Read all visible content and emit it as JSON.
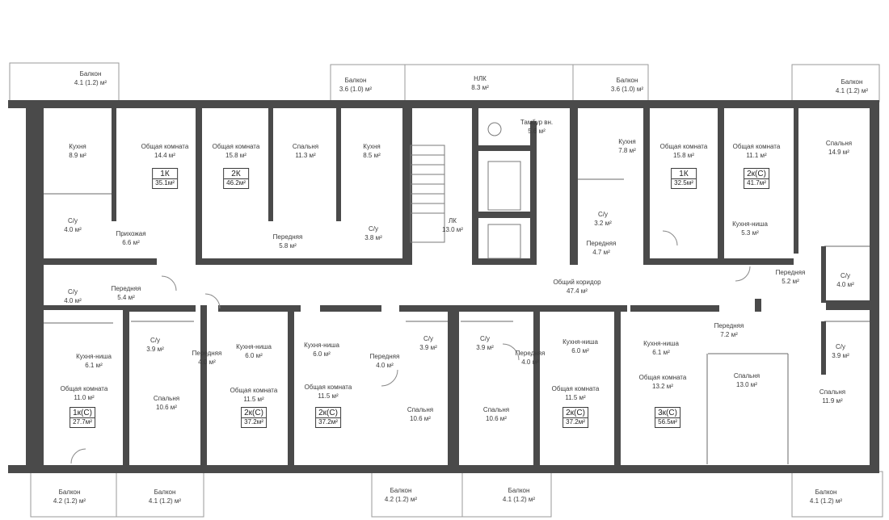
{
  "balconies": [
    {
      "name": "Балкон",
      "area": "4.1 (1.2) м²"
    },
    {
      "name": "Балкон",
      "area": "3.6 (1.0) м²"
    },
    {
      "name": "НЛК",
      "area": "8.3 м²"
    },
    {
      "name": "Балкон",
      "area": "3.6 (1.0) м²"
    },
    {
      "name": "Балкон",
      "area": "4.1 (1.2) м²"
    },
    {
      "name": "Балкон",
      "area": "4.2 (1.2) м²"
    },
    {
      "name": "Балкон",
      "area": "4.1 (1.2) м²"
    },
    {
      "name": "Балкон",
      "area": "4.2 (1.2) м²"
    },
    {
      "name": "Балкон",
      "area": "4.1 (1.2) м²"
    },
    {
      "name": "Балкон",
      "area": "4.1 (1.2) м²"
    }
  ],
  "rooms_top": [
    {
      "name": "Кухня",
      "area": "8.9 м²"
    },
    {
      "name": "Общая комната",
      "area": "14.4 м²"
    },
    {
      "name": "Общая комната",
      "area": "15.8 м²"
    },
    {
      "name": "Спальня",
      "area": "11.3 м²"
    },
    {
      "name": "Кухня",
      "area": "8.5 м²"
    },
    {
      "name": "Тамбур вн.",
      "area": "5.6 м²"
    },
    {
      "name": "Кухня",
      "area": "7.8 м²"
    },
    {
      "name": "Общая комната",
      "area": "15.8 м²"
    },
    {
      "name": "Общая комната",
      "area": "11.1 м²"
    },
    {
      "name": "Спальня",
      "area": "14.9 м²"
    },
    {
      "name": "С/у",
      "area": "4.0 м²"
    },
    {
      "name": "Прихожая",
      "area": "6.6 м²"
    },
    {
      "name": "Передняя",
      "area": "5.8 м²"
    },
    {
      "name": "С/у",
      "area": "3.8 м²"
    },
    {
      "name": "ЛК",
      "area": "13.0 м²"
    },
    {
      "name": "С/у",
      "area": "3.2 м²"
    },
    {
      "name": "Передняя",
      "area": "4.7 м²"
    },
    {
      "name": "Кухня-ниша",
      "area": "5.3 м²"
    },
    {
      "name": "Передняя",
      "area": "5.2 м²"
    },
    {
      "name": "С/у",
      "area": "4.0 м²"
    }
  ],
  "corridor": [
    {
      "name": "С/у",
      "area": "4.0 м²"
    },
    {
      "name": "Передняя",
      "area": "5.4 м²"
    },
    {
      "name": "Общий коридор",
      "area": "47.4 м²"
    },
    {
      "name": "Передняя",
      "area": "7.2 м²"
    }
  ],
  "rooms_bottom": [
    {
      "name": "С/у",
      "area": "3.9 м²"
    },
    {
      "name": "Передняя",
      "area": "4.0 м²"
    },
    {
      "name": "Кухня-ниша",
      "area": "6.0 м²"
    },
    {
      "name": "Кухня-ниша",
      "area": "6.0 м²"
    },
    {
      "name": "Передняя",
      "area": "4.0 м²"
    },
    {
      "name": "С/у",
      "area": "3.9 м²"
    },
    {
      "name": "С/у",
      "area": "3.9 м²"
    },
    {
      "name": "Передняя",
      "area": "4.0 м²"
    },
    {
      "name": "Кухня-ниша",
      "area": "6.0 м²"
    },
    {
      "name": "Кухня-ниша",
      "area": "6.1 м²"
    },
    {
      "name": "С/у",
      "area": "3.9 м²"
    },
    {
      "name": "Кухня-ниша",
      "area": "6.1 м²"
    },
    {
      "name": "Общая комната",
      "area": "11.0 м²"
    },
    {
      "name": "Спальня",
      "area": "10.6 м²"
    },
    {
      "name": "Общая комната",
      "area": "11.5 м²"
    },
    {
      "name": "Общая комната",
      "area": "11.5 м²"
    },
    {
      "name": "Спальня",
      "area": "10.6 м²"
    },
    {
      "name": "Спальня",
      "area": "10.6 м²"
    },
    {
      "name": "Общая комната",
      "area": "11.5 м²"
    },
    {
      "name": "Общая комната",
      "area": "13.2 м²"
    },
    {
      "name": "Спальня",
      "area": "13.0 м²"
    },
    {
      "name": "Спальня",
      "area": "11.9 м²"
    }
  ],
  "apartments": [
    {
      "code": "1К",
      "area": "35.1м²"
    },
    {
      "code": "2К",
      "area": "46.2м²"
    },
    {
      "code": "1К",
      "area": "32.5м²"
    },
    {
      "code": "2к(С)",
      "area": "41.7м²"
    },
    {
      "code": "1к(С)",
      "area": "27.7м²"
    },
    {
      "code": "2к(С)",
      "area": "37.2м²"
    },
    {
      "code": "2к(С)",
      "area": "37.2м²"
    },
    {
      "code": "2к(С)",
      "area": "37.2м²"
    },
    {
      "code": "3к(С)",
      "area": "56.5м²"
    }
  ]
}
